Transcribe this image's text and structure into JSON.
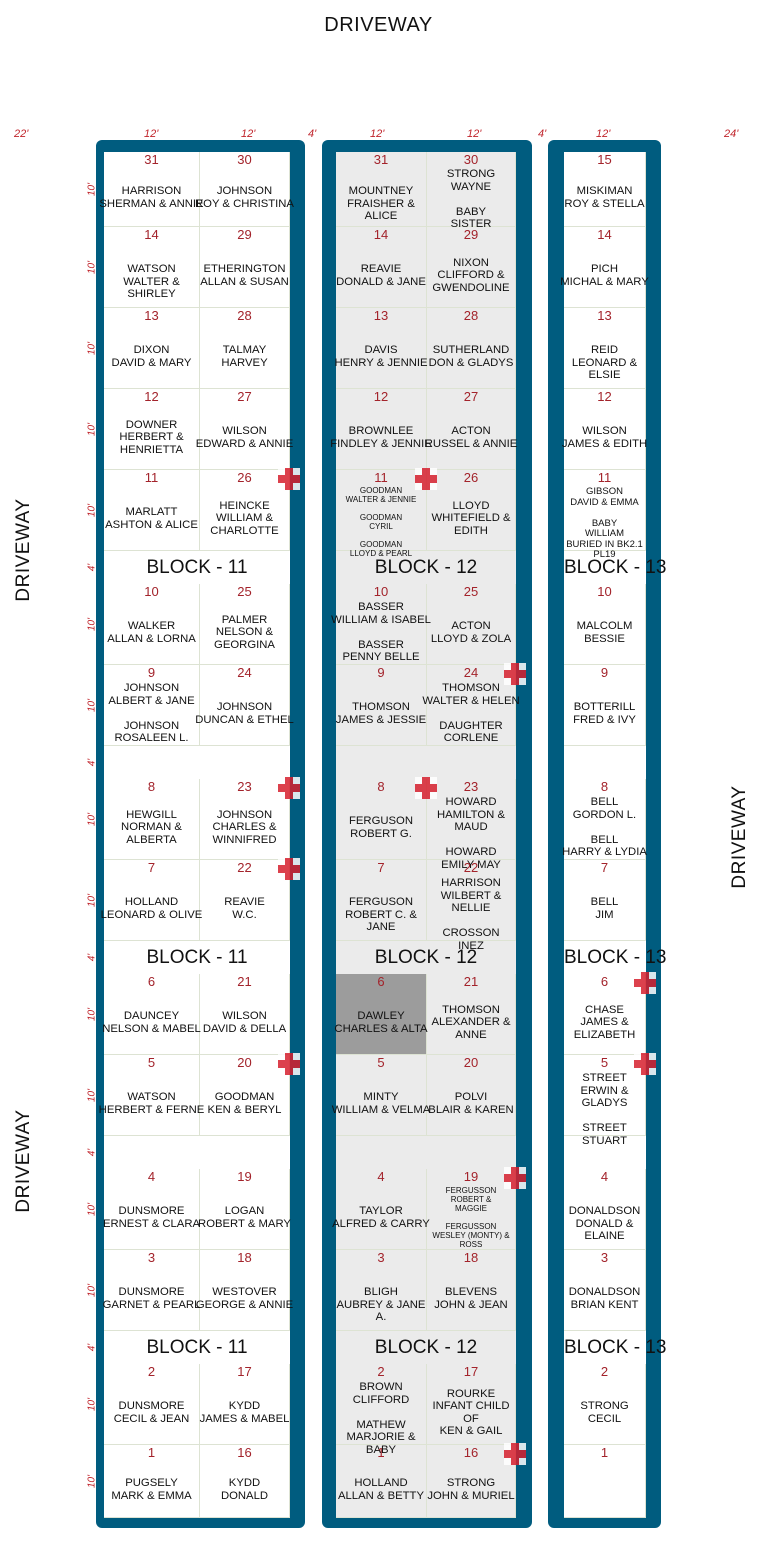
{
  "labels": {
    "driveway_top": "DRIVEWAY",
    "driveway_left_upper": "DRIVEWAY",
    "driveway_left_lower": "DRIVEWAY",
    "driveway_right": "DRIVEWAY"
  },
  "colors": {
    "frame": "#005c7f",
    "number": "#a3232b",
    "dimension": "#c0242b",
    "marker": "#d6202e",
    "highlight": "#9c9c9c"
  },
  "column_dims": [
    "22'",
    "12'",
    "12'",
    "4'",
    "12'",
    "12'",
    "4'",
    "12'",
    "24'"
  ],
  "row_dims": [
    "10'",
    "10'",
    "10'",
    "10'",
    "10'",
    "4'",
    "10'",
    "10'",
    "4'",
    "10'",
    "10'",
    "4'",
    "10'",
    "10'",
    "4'",
    "10'",
    "10'",
    "4'",
    "10'",
    "10'"
  ],
  "block_labels": {
    "b11": "BLOCK - 11",
    "b12": "BLOCK - 12",
    "b13": "BLOCK - 13"
  },
  "plots": [
    {
      "b": "11",
      "c": 0,
      "r": 0,
      "num": "31",
      "text": "HARRISON\nSHERMAN & ANNIE"
    },
    {
      "b": "11",
      "c": 1,
      "r": 0,
      "num": "30",
      "text": "JOHNSON\nROY & CHRISTINA"
    },
    {
      "b": "11",
      "c": 0,
      "r": 1,
      "num": "14",
      "text": "WATSON\nWALTER & SHIRLEY"
    },
    {
      "b": "11",
      "c": 1,
      "r": 1,
      "num": "29",
      "text": "ETHERINGTON\nALLAN & SUSAN"
    },
    {
      "b": "11",
      "c": 0,
      "r": 2,
      "num": "13",
      "text": "DIXON\nDAVID & MARY"
    },
    {
      "b": "11",
      "c": 1,
      "r": 2,
      "num": "28",
      "text": "TALMAY\nHARVEY"
    },
    {
      "b": "11",
      "c": 0,
      "r": 3,
      "num": "12",
      "text": "DOWNER\nHERBERT &\nHENRIETTA"
    },
    {
      "b": "11",
      "c": 1,
      "r": 3,
      "num": "27",
      "text": "WILSON\nEDWARD & ANNIE"
    },
    {
      "b": "11",
      "c": 0,
      "r": 4,
      "num": "11",
      "text": "MARLATT\nASHTON & ALICE"
    },
    {
      "b": "11",
      "c": 1,
      "r": 4,
      "num": "26",
      "text": "HEINCKE\nWILLIAM &\nCHARLOTTE"
    },
    {
      "b": "11",
      "c": 0,
      "r": 6,
      "num": "10",
      "text": "WALKER\nALLAN & LORNA"
    },
    {
      "b": "11",
      "c": 1,
      "r": 6,
      "num": "25",
      "text": "PALMER\nNELSON &\nGEORGINA"
    },
    {
      "b": "11",
      "c": 0,
      "r": 7,
      "num": "9",
      "text": "JOHNSON\nALBERT & JANE\n\nJOHNSON\nROSALEEN L."
    },
    {
      "b": "11",
      "c": 1,
      "r": 7,
      "num": "24",
      "text": "JOHNSON\nDUNCAN & ETHEL"
    },
    {
      "b": "11",
      "c": 0,
      "r": 9,
      "num": "8",
      "text": "HEWGILL\nNORMAN &\nALBERTA"
    },
    {
      "b": "11",
      "c": 1,
      "r": 9,
      "num": "23",
      "text": "JOHNSON\nCHARLES &\nWINNIFRED"
    },
    {
      "b": "11",
      "c": 0,
      "r": 10,
      "num": "7",
      "text": "HOLLAND\nLEONARD & OLIVE"
    },
    {
      "b": "11",
      "c": 1,
      "r": 10,
      "num": "22",
      "text": "REAVIE\nW.C."
    },
    {
      "b": "11",
      "c": 0,
      "r": 12,
      "num": "6",
      "text": "DAUNCEY\nNELSON & MABEL"
    },
    {
      "b": "11",
      "c": 1,
      "r": 12,
      "num": "21",
      "text": "WILSON\nDAVID & DELLA"
    },
    {
      "b": "11",
      "c": 0,
      "r": 13,
      "num": "5",
      "text": "WATSON\nHERBERT & FERNE"
    },
    {
      "b": "11",
      "c": 1,
      "r": 13,
      "num": "20",
      "text": "GOODMAN\nKEN & BERYL"
    },
    {
      "b": "11",
      "c": 0,
      "r": 15,
      "num": "4",
      "text": "DUNSMORE\nERNEST & CLARA"
    },
    {
      "b": "11",
      "c": 1,
      "r": 15,
      "num": "19",
      "text": "LOGAN\nROBERT & MARY"
    },
    {
      "b": "11",
      "c": 0,
      "r": 16,
      "num": "3",
      "text": "DUNSMORE\nGARNET & PEARL"
    },
    {
      "b": "11",
      "c": 1,
      "r": 16,
      "num": "18",
      "text": "WESTOVER\nGEORGE & ANNIE"
    },
    {
      "b": "11",
      "c": 0,
      "r": 18,
      "num": "2",
      "text": "DUNSMORE\nCECIL & JEAN"
    },
    {
      "b": "11",
      "c": 1,
      "r": 18,
      "num": "17",
      "text": "KYDD\nJAMES & MABEL"
    },
    {
      "b": "11",
      "c": 0,
      "r": 19,
      "num": "1",
      "text": "PUGSELY\nMARK & EMMA"
    },
    {
      "b": "11",
      "c": 1,
      "r": 19,
      "num": "16",
      "text": "KYDD\nDONALD"
    },
    {
      "b": "12",
      "c": 0,
      "r": 0,
      "num": "31",
      "text": "MOUNTNEY\nFRAISHER & ALICE"
    },
    {
      "b": "12",
      "c": 1,
      "r": 0,
      "num": "30",
      "text": "STRONG\nWAYNE\n\nBABY\nSISTER"
    },
    {
      "b": "12",
      "c": 0,
      "r": 1,
      "num": "14",
      "text": "REAVIE\nDONALD & JANE"
    },
    {
      "b": "12",
      "c": 1,
      "r": 1,
      "num": "29",
      "text": "NIXON\nCLIFFORD &\nGWENDOLINE"
    },
    {
      "b": "12",
      "c": 0,
      "r": 2,
      "num": "13",
      "text": "DAVIS\nHENRY & JENNIE"
    },
    {
      "b": "12",
      "c": 1,
      "r": 2,
      "num": "28",
      "text": "SUTHERLAND\nDON & GLADYS"
    },
    {
      "b": "12",
      "c": 0,
      "r": 3,
      "num": "12",
      "text": "BROWNLEE\nFINDLEY & JENNIE"
    },
    {
      "b": "12",
      "c": 1,
      "r": 3,
      "num": "27",
      "text": "ACTON\nRUSSEL & ANNIE"
    },
    {
      "b": "12",
      "c": 0,
      "r": 4,
      "num": "11",
      "text": "GOODMAN\nWALTER & JENNIE\n\nGOODMAN\nCYRIL\n\nGOODMAN\nLLOYD & PEARL",
      "small": true
    },
    {
      "b": "12",
      "c": 1,
      "r": 4,
      "num": "26",
      "text": "LLOYD\nWHITEFIELD &\nEDITH"
    },
    {
      "b": "12",
      "c": 0,
      "r": 6,
      "num": "10",
      "text": "BASSER\nWILLIAM & ISABEL\n\nBASSER\nPENNY BELLE"
    },
    {
      "b": "12",
      "c": 1,
      "r": 6,
      "num": "25",
      "text": "ACTON\nLLOYD & ZOLA"
    },
    {
      "b": "12",
      "c": 0,
      "r": 7,
      "num": "9",
      "text": "THOMSON\nJAMES & JESSIE"
    },
    {
      "b": "12",
      "c": 1,
      "r": 7,
      "num": "24",
      "text": "THOMSON\nWALTER & HELEN\n\nDAUGHTER\nCORLENE"
    },
    {
      "b": "12",
      "c": 0,
      "r": 9,
      "num": "8",
      "text": "FERGUSON\nROBERT G."
    },
    {
      "b": "12",
      "c": 1,
      "r": 9,
      "num": "23",
      "text": "HOWARD\nHAMILTON & MAUD\n\nHOWARD\nEMILY MAY"
    },
    {
      "b": "12",
      "c": 0,
      "r": 10,
      "num": "7",
      "text": "FERGUSON\nROBERT C. & JANE"
    },
    {
      "b": "12",
      "c": 1,
      "r": 10,
      "num": "22",
      "text": "HARRISON\nWILBERT & NELLIE\n\nCROSSON\nINEZ"
    },
    {
      "b": "12",
      "c": 0,
      "r": 12,
      "num": "6",
      "text": "DAWLEY\nCHARLES & ALTA",
      "dark": true
    },
    {
      "b": "12",
      "c": 1,
      "r": 12,
      "num": "21",
      "text": "THOMSON\nALEXANDER &\nANNE"
    },
    {
      "b": "12",
      "c": 0,
      "r": 13,
      "num": "5",
      "text": "MINTY\nWILLIAM & VELMA"
    },
    {
      "b": "12",
      "c": 1,
      "r": 13,
      "num": "20",
      "text": "POLVI\nBLAIR & KAREN"
    },
    {
      "b": "12",
      "c": 0,
      "r": 15,
      "num": "4",
      "text": "TAYLOR\nALFRED & CARRY"
    },
    {
      "b": "12",
      "c": 1,
      "r": 15,
      "num": "19",
      "text": "FERGUSSON\nROBERT &\nMAGGIE\n\nFERGUSSON\nWESLEY (MONTY) &\nROSS",
      "small": true
    },
    {
      "b": "12",
      "c": 0,
      "r": 16,
      "num": "3",
      "text": "BLIGH\nAUBREY & JANE A."
    },
    {
      "b": "12",
      "c": 1,
      "r": 16,
      "num": "18",
      "text": "BLEVENS\nJOHN & JEAN"
    },
    {
      "b": "12",
      "c": 0,
      "r": 18,
      "num": "2",
      "text": "BROWN\nCLIFFORD\n\nMATHEW\nMARJORIE & BABY"
    },
    {
      "b": "12",
      "c": 1,
      "r": 18,
      "num": "17",
      "text": "ROURKE\nINFANT CHILD\nOF\nKEN & GAIL"
    },
    {
      "b": "12",
      "c": 0,
      "r": 19,
      "num": "1",
      "text": "HOLLAND\nALLAN & BETTY"
    },
    {
      "b": "12",
      "c": 1,
      "r": 19,
      "num": "16",
      "text": "STRONG\nJOHN & MURIEL"
    },
    {
      "b": "13",
      "c": 0,
      "r": 0,
      "num": "15",
      "text": "MISKIMAN\nROY & STELLA"
    },
    {
      "b": "13",
      "c": 0,
      "r": 1,
      "num": "14",
      "text": "PICH\nMICHAL & MARY"
    },
    {
      "b": "13",
      "c": 0,
      "r": 2,
      "num": "13",
      "text": "REID\nLEONARD & ELSIE"
    },
    {
      "b": "13",
      "c": 0,
      "r": 3,
      "num": "12",
      "text": "WILSON\nJAMES & EDITH"
    },
    {
      "b": "13",
      "c": 0,
      "r": 4,
      "num": "11",
      "text": "GIBSON\nDAVID & EMMA\n\nBABY\nWILLIAM\nBURIED IN BK2.1 PL19",
      "small9": true
    },
    {
      "b": "13",
      "c": 0,
      "r": 6,
      "num": "10",
      "text": "MALCOLM\nBESSIE"
    },
    {
      "b": "13",
      "c": 0,
      "r": 7,
      "num": "9",
      "text": "BOTTERILL\nFRED & IVY"
    },
    {
      "b": "13",
      "c": 0,
      "r": 9,
      "num": "8",
      "text": "BELL\nGORDON L.\n\nBELL\nHARRY & LYDIA"
    },
    {
      "b": "13",
      "c": 0,
      "r": 10,
      "num": "7",
      "text": "BELL\nJIM"
    },
    {
      "b": "13",
      "c": 0,
      "r": 12,
      "num": "6",
      "text": "CHASE\nJAMES &\nELIZABETH"
    },
    {
      "b": "13",
      "c": 0,
      "r": 13,
      "num": "5",
      "text": "STREET\nERWIN & GLADYS\n\nSTREET\nSTUART"
    },
    {
      "b": "13",
      "c": 0,
      "r": 15,
      "num": "4",
      "text": "DONALDSON\nDONALD & ELAINE"
    },
    {
      "b": "13",
      "c": 0,
      "r": 16,
      "num": "3",
      "text": "DONALDSON\nBRIAN KENT"
    },
    {
      "b": "13",
      "c": 0,
      "r": 18,
      "num": "2",
      "text": "STRONG\nCECIL"
    },
    {
      "b": "13",
      "c": 0,
      "r": 19,
      "num": "1",
      "text": ""
    }
  ],
  "markers": [
    {
      "b": "11",
      "c": 1,
      "r": 4
    },
    {
      "b": "11",
      "c": 1,
      "r": 9
    },
    {
      "b": "11",
      "c": 1,
      "r": 10
    },
    {
      "b": "11",
      "c": 1,
      "r": 13
    },
    {
      "b": "12",
      "c": 0,
      "r": 4
    },
    {
      "b": "12",
      "c": 1,
      "r": 7
    },
    {
      "b": "12",
      "c": 0,
      "r": 9
    },
    {
      "b": "12",
      "c": 1,
      "r": 15
    },
    {
      "b": "12",
      "c": 1,
      "r": 19
    },
    {
      "b": "13",
      "c": 0,
      "r": 12
    },
    {
      "b": "13",
      "c": 0,
      "r": 13
    }
  ]
}
